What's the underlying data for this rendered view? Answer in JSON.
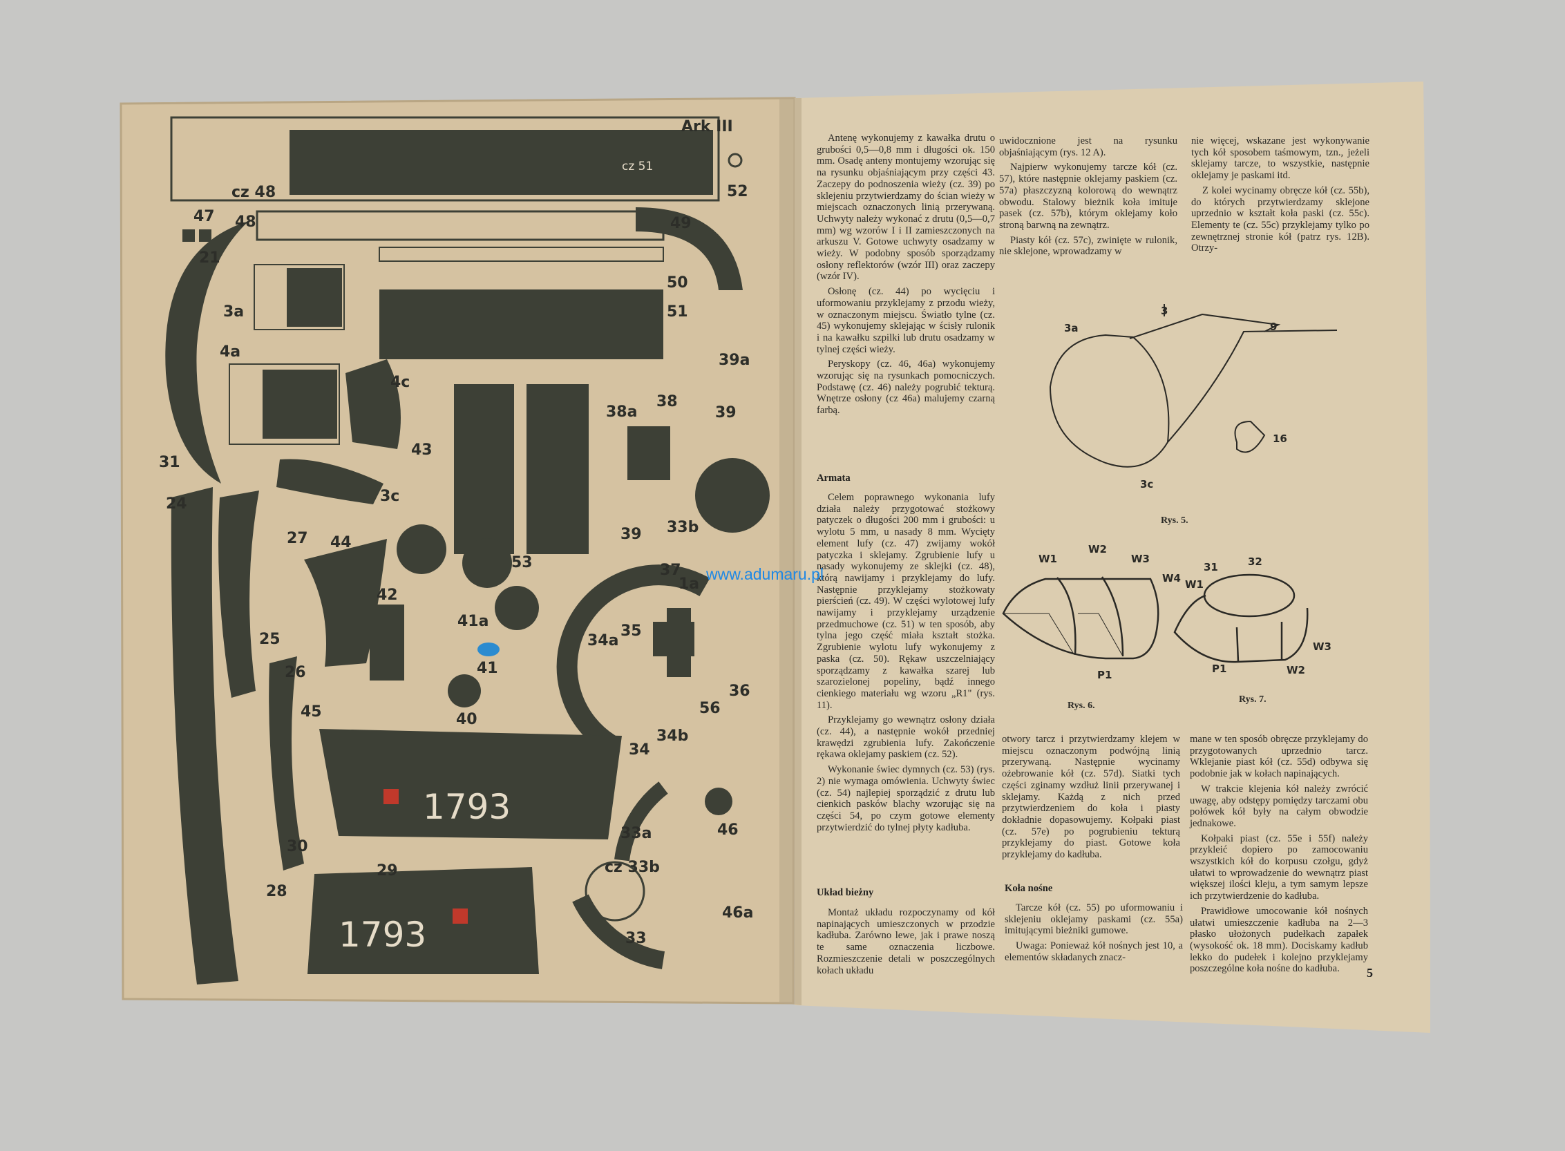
{
  "left_page": {
    "sheet_label": "Ark III",
    "part_labels": [
      "47",
      "21",
      "48",
      "52",
      "49",
      "50",
      "51",
      "3a",
      "4a",
      "4c",
      "43",
      "31",
      "3c",
      "24",
      "27",
      "44",
      "42",
      "41a",
      "41",
      "40",
      "45",
      "26",
      "25",
      "28",
      "30",
      "29",
      "53",
      "38a",
      "38",
      "39a",
      "39",
      "39",
      "33b",
      "37",
      "1a",
      "35",
      "34a",
      "36",
      "34b",
      "34",
      "33a",
      "46",
      "33",
      "46a"
    ],
    "inner_labels": {
      "cz48": "cz 48",
      "cz51": "cz 51",
      "cz33b": "cz 33b",
      "p56": "56"
    },
    "hull_number": "1793"
  },
  "right_page": {
    "col1_top": [
      "Antenę wykonujemy z kawałka drutu o grubości 0,5—0,8 mm i długości ok. 150 mm. Osadę anteny montujemy wzorując się na rysunku objaśniającym przy części 43. Zaczepy do podnoszenia wieży (cz. 39) po sklejeniu przytwierdzamy do ścian wieży w miejscach oznaczonych linią przerywaną. Uchwyty należy wykonać z drutu (0,5—0,7 mm) wg wzorów I i II zamieszczonych na arkuszu V. Gotowe uchwyty osadzamy w wieży. W podobny sposób sporządzamy osłony reflektorów (wzór III) oraz zaczepy (wzór IV).",
      "Osłonę (cz. 44) po wycięciu i uformowaniu przyklejamy z przodu wieży, w oznaczonym miejscu. Światło tylne (cz. 45) wykonujemy sklejając w ścisły rulonik i na kawałku szpilki lub drutu osadzamy w tylnej części wieży.",
      "Peryskopy (cz. 46, 46a) wykonujemy wzorując się na rysunkach pomocniczych. Podstawę (cz. 46) należy pogrubić tekturą. Wnętrze osłony (cz 46a) malujemy czarną farbą."
    ],
    "heading_armata": "Armata",
    "col1_armata": [
      "Celem poprawnego wykonania lufy działa należy przygotować stożkowy patyczek o długości 200 mm i grubości: u wylotu 5 mm, u nasady 8 mm. Wycięty element lufy (cz. 47) zwijamy wokół patyczka i sklejamy. Zgrubienie lufy u nasady wykonujemy ze sklejki (cz. 48), którą nawijamy i przyklejamy do lufy. Następnie przyklejamy stożkowaty pierścień (cz. 49). W części wylotowej lufy nawijamy i przyklejamy urządzenie przedmuchowe (cz. 51) w ten sposób, aby tylna jego część miała kształt stożka. Zgrubienie wylotu lufy wykonujemy z paska (cz. 50). Rękaw uszczelniający sporządzamy z kawałka szarej lub szarozielonej popeliny, bądź innego cienkiego materiału wg wzoru „R1\" (rys. 11).",
      "Przyklejamy go wewnątrz osłony działa (cz. 44), a następnie wokół przedniej krawędzi zgrubienia lufy. Zakończenie rękawa oklejamy paskiem (cz. 52).",
      "Wykonanie świec dymnych (cz. 53) (rys. 2) nie wymaga omówienia. Uchwyty świec (cz. 54) najlepiej sporządzić z drutu lub cienkich pasków blachy wzorując się na części 54, po czym gotowe elementy przytwierdzić do tylnej płyty kadłuba."
    ],
    "heading_uklad": "Układ bieżny",
    "col1_uklad": [
      "Montaż układu rozpoczynamy od kół napinających umieszczonych w przodzie kadłuba. Zarówno lewe, jak i prawe noszą te same oznaczenia liczbowe. Rozmieszczenie detali w poszczególnych kołach układu"
    ],
    "col2_top": [
      "uwidocznione jest na rysunku objaśniającym (rys. 12 A).",
      "Najpierw wykonujemy tarcze kół (cz. 57), które następnie oklejamy paskiem (cz. 57a) płaszczyzną kolorową do wewnątrz obwodu. Stalowy bieżnik koła imituje pasek (cz. 57b), którym oklejamy koło stroną barwną na zewnątrz.",
      "Piasty kół (cz. 57c), zwinięte w rulonik, nie sklejone, wprowadzamy w"
    ],
    "col3_top": [
      "nie więcej, wskazane jest wykonywanie tych kół sposobem taśmowym, tzn., jeżeli sklejamy tarcze, to wszystkie, następnie oklejamy je paskami itd.",
      "Z kolei wycinamy obręcze kół (cz. 55b), do których przytwierdzamy sklejone uprzednio w kształt koła paski (cz. 55c). Elementy te (cz. 55c) przyklejamy tylko po zewnętrznej stronie kół (patrz rys. 12B). Otrzy-"
    ],
    "col2_bottom": [
      "otwory tarcz i przytwierdzamy klejem w miejscu oznaczonym podwójną linią przerywaną. Następnie wycinamy ożebrowanie kół (cz. 57d). Siatki tych części zginamy wzdłuż linii przerywanej i sklejamy. Każdą z nich przed przytwierdzeniem do koła i piasty dokładnie dopasowujemy. Kołpaki piast (cz. 57e) po pogrubieniu tekturą przyklejamy do piast. Gotowe koła przyklejamy do kadłuba."
    ],
    "heading_kola": "Koła nośne",
    "col2_kola": [
      "Tarcze kół (cz. 55) po uformowaniu i sklejeniu oklejamy paskami (cz. 55a) imitującymi bieżniki gumowe.",
      "Uwaga: Ponieważ kół nośnych jest 10, a elementów składanych znacz-"
    ],
    "col3_bottom": [
      "mane w ten sposób obręcze przyklejamy do przygotowanych uprzednio tarcz. Wklejanie piast kół (cz. 55d) odbywa się podobnie jak w kołach napinających.",
      "W trakcie klejenia kół należy zwrócić uwagę, aby odstępy pomiędzy tarczami obu połówek kół były na całym obwodzie jednakowe.",
      "Kołpaki piast (cz. 55e i 55f) należy przykleić dopiero po zamocowaniu wszystkich kół do korpusu czołgu, gdyż ułatwi to wprowadzenie do wewnątrz piast większej ilości kleju, a tym samym lepsze ich przytwierdzenie do kadłuba.",
      "Prawidłowe umocowanie kół nośnych ułatwi umieszczenie kadłuba na 2—3 płasko ułożonych pudełkach zapałek (wysokość ok. 18 mm). Dociskamy kadłub lekko do pudełek i kolejno przyklejamy poszczególne koła nośne do kadłuba."
    ],
    "page_number": "5"
  },
  "figures": {
    "rys5": {
      "labels": [
        "3a",
        "3",
        "9",
        "16",
        "3c"
      ],
      "caption": "Rys. 5."
    },
    "rys6": {
      "labels": [
        "W1",
        "W2",
        "W3",
        "W4",
        "P1"
      ],
      "caption": "Rys. 6."
    },
    "rys7": {
      "labels": [
        "31",
        "32",
        "W1",
        "W3",
        "W2",
        "P1"
      ],
      "caption": "Rys. 7."
    }
  },
  "watermark": "www.adumaru.pl",
  "colors": {
    "background": "#c7c7c5",
    "left_page": "#d5c2a1",
    "right_page": "#dccdb0",
    "part_fill": "#3d4036",
    "watermark": "#1e88e5"
  }
}
